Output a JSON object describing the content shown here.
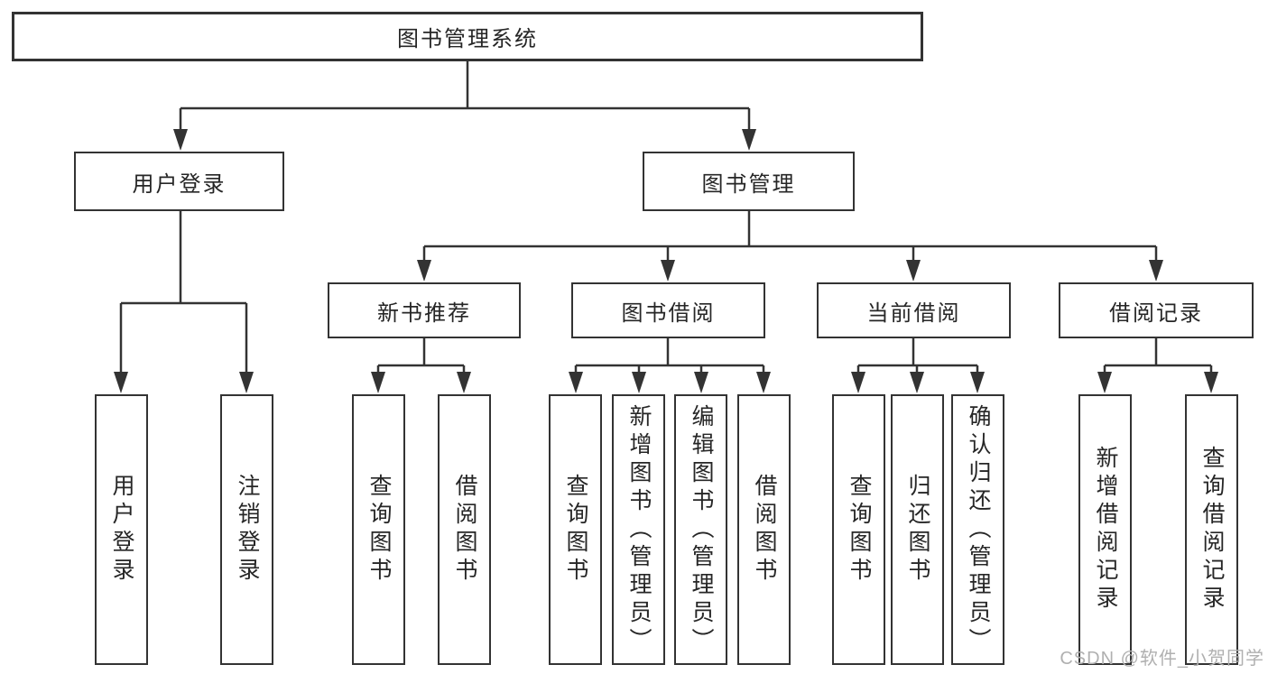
{
  "tree": {
    "root": {
      "label": "图书管理系统"
    },
    "children": [
      {
        "label": "用户登录",
        "children": [
          {
            "label": "用户登录"
          },
          {
            "label": "注销登录"
          }
        ]
      },
      {
        "label": "图书管理",
        "children": [
          {
            "label": "新书推荐",
            "children": [
              {
                "label": "查询图书"
              },
              {
                "label": "借阅图书"
              }
            ]
          },
          {
            "label": "图书借阅",
            "children": [
              {
                "label": "查询图书"
              },
              {
                "label": "新增图书（管理员）"
              },
              {
                "label": "编辑图书（管理员）"
              },
              {
                "label": "借阅图书"
              }
            ]
          },
          {
            "label": "当前借阅",
            "children": [
              {
                "label": "查询图书"
              },
              {
                "label": "归还图书"
              },
              {
                "label": "确认归还（管理员）"
              }
            ]
          },
          {
            "label": "借阅记录",
            "children": [
              {
                "label": "新增借阅记录"
              },
              {
                "label": "查询借阅记录"
              }
            ]
          }
        ]
      }
    ]
  },
  "watermark": {
    "text": "CSDN @软件_小贺同学"
  },
  "colors": {
    "line": "#333333",
    "text": "#262626",
    "watermark": "#b0b0b0",
    "background": "#ffffff"
  }
}
